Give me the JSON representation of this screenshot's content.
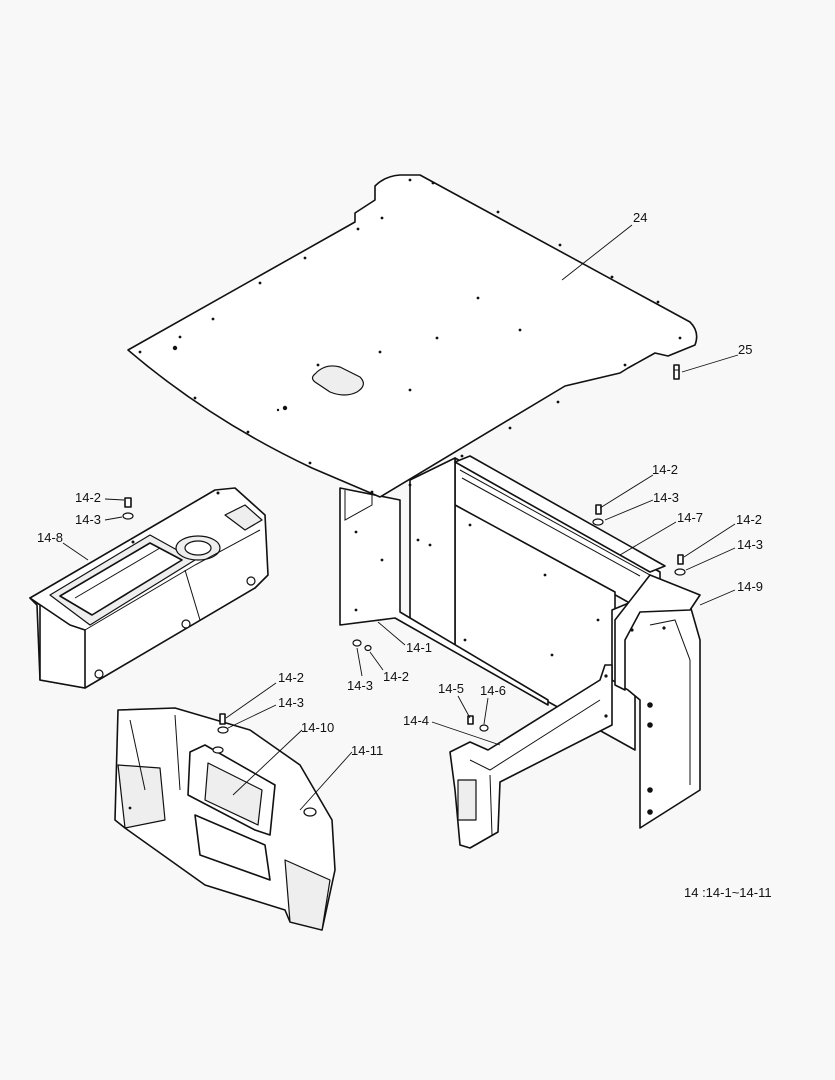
{
  "labels": {
    "p24": "24",
    "p25": "25",
    "p14_2_a": "14-2",
    "p14_3_a": "14-3",
    "p14_7": "14-7",
    "p14_2_b": "14-2",
    "p14_3_b": "14-3",
    "p14_9": "14-9",
    "p14_2_c": "14-2",
    "p14_3_c": "14-3",
    "p14_8": "14-8",
    "p14_1": "14-1",
    "p14_3_d": "14-3",
    "p14_2_d": "14-2",
    "p14_5": "14-5",
    "p14_6": "14-6",
    "p14_4": "14-4",
    "p14_2_e": "14-2",
    "p14_3_e": "14-3",
    "p14_10": "14-10",
    "p14_11": "14-11"
  },
  "caption": "14 :14-1~14-11"
}
